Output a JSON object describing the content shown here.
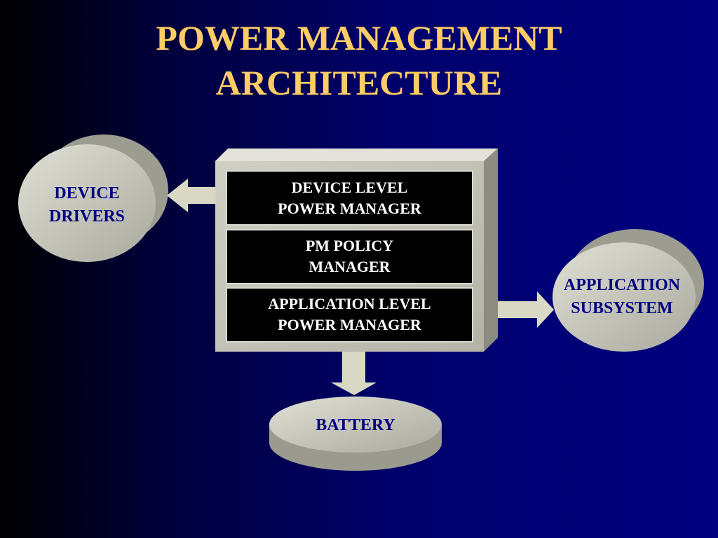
{
  "slide": {
    "title_line1": "POWER MANAGEMENT",
    "title_line2": "ARCHITECTURE"
  },
  "nodes": {
    "device_drivers": {
      "line1": "DEVICE",
      "line2": "DRIVERS"
    },
    "application_subsystem": {
      "line1": "APPLICATION",
      "line2": "SUBSYSTEM"
    },
    "battery": {
      "line1": "BATTERY"
    }
  },
  "stack": {
    "layers": [
      {
        "line1": "DEVICE LEVEL",
        "line2": "POWER MANAGER"
      },
      {
        "line1": "PM POLICY",
        "line2": "MANAGER"
      },
      {
        "line1": "APPLICATION LEVEL",
        "line2": "POWER MANAGER"
      }
    ]
  },
  "colors": {
    "title": "#ffcc66",
    "shape_fill": "#c9c9bd",
    "shape_dark": "#8f8f84",
    "node_text": "#000080",
    "layer_fill": "#000000",
    "layer_text": "#ffffff",
    "arrow": "#d8d8c4"
  }
}
